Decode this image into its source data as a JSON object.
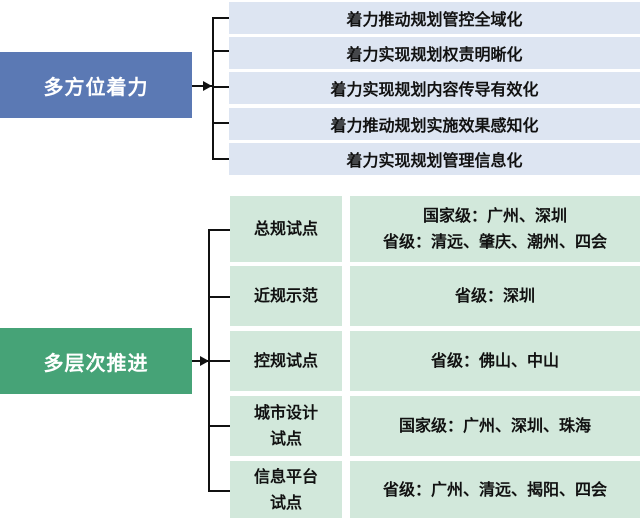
{
  "sections": [
    {
      "title": "多方位着力",
      "color": "#5b79b4",
      "items": [
        "着力推动规划管控全域化",
        "着力实现规划权责明晰化",
        "着力实现规划内容传导有效化",
        "着力推动规划实施效果感知化",
        "着力实现规划管理信息化"
      ]
    },
    {
      "title": "多层次推进",
      "color": "#46a377",
      "rows": [
        {
          "label": [
            "总规试点"
          ],
          "values": [
            "国家级：广州、深圳",
            "省级：清远、肇庆、潮州、四会"
          ]
        },
        {
          "label": [
            "近规示范"
          ],
          "values": [
            "省级：深圳"
          ]
        },
        {
          "label": [
            "控规试点"
          ],
          "values": [
            "省级：佛山、中山"
          ]
        },
        {
          "label": [
            "城市设计",
            "试点"
          ],
          "values": [
            "国家级：广州、深圳、珠海"
          ]
        },
        {
          "label": [
            "信息平台",
            "试点"
          ],
          "values": [
            "省级：广州、清远、揭阳、四会"
          ]
        }
      ]
    }
  ]
}
